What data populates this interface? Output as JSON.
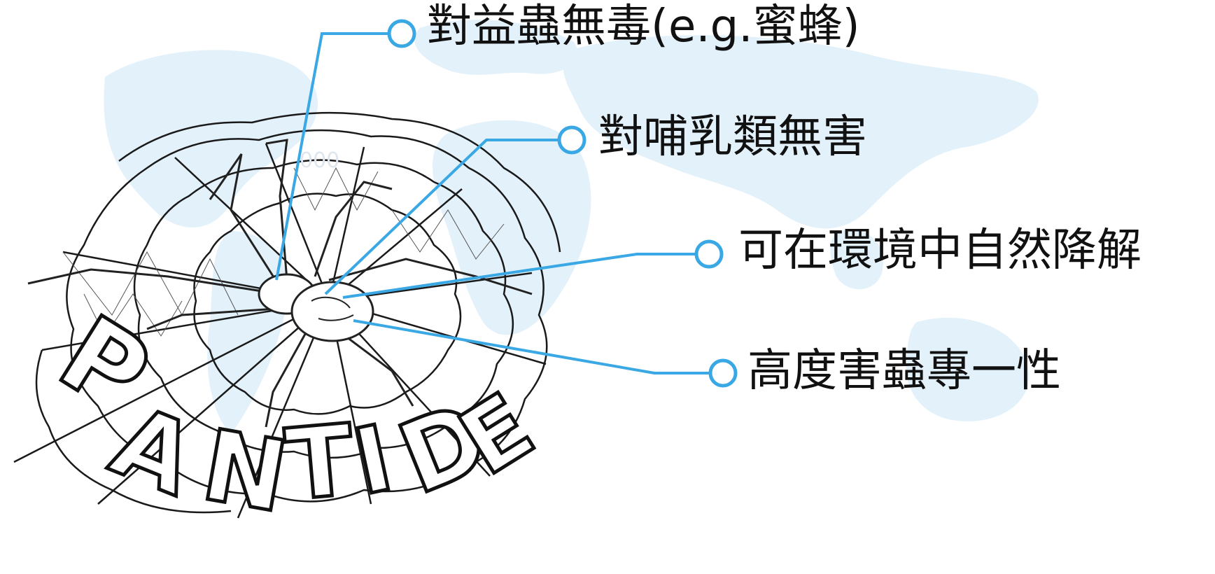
{
  "colors": {
    "callout_line": "#3aa8e4",
    "map_tint": "#e3f1fa",
    "ink": "#111111"
  },
  "logo": {
    "text": "PANTIDE",
    "description_icon": "spider-on-web-logo"
  },
  "background_icon": "world-map-silhouette",
  "callouts": [
    {
      "label": "對益蟲無毒(e.g.蜜蜂)"
    },
    {
      "label": "對哺乳類無害"
    },
    {
      "label": "可在環境中自然降解"
    },
    {
      "label": "高度害蟲專一性"
    }
  ],
  "stray_text": "000"
}
